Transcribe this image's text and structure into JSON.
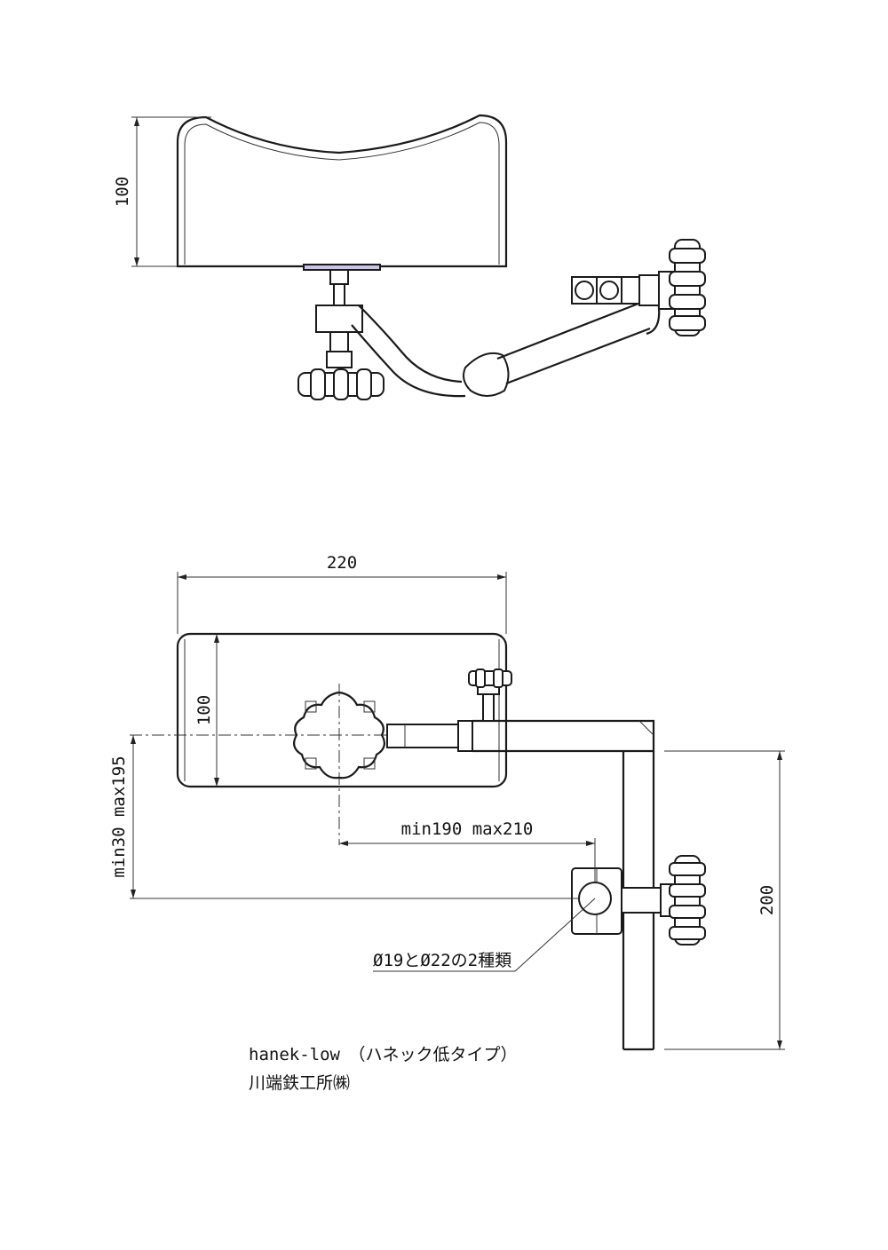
{
  "side_view": {
    "height_dim": "100"
  },
  "top_view": {
    "width_dim": "220",
    "depth_dim": "100",
    "vertical_range_dim": "min30 max195",
    "horizontal_range_dim": "min190 max210",
    "clamp_height_dim": "200",
    "diameter_note": "Ø19とØ22の2種類"
  },
  "title_block": {
    "model": "hanek-low　（ハネック低タイプ）",
    "company": "川端鉄工所㈱"
  }
}
